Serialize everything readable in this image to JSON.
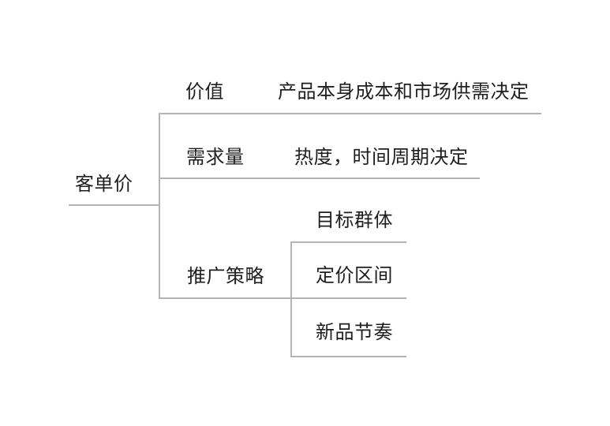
{
  "mindmap": {
    "root": {
      "label": "客单价"
    },
    "branches": [
      {
        "label": "价值",
        "note": "产品本身成本和市场供需决定"
      },
      {
        "label": "需求量",
        "note": "热度，时间周期决定"
      },
      {
        "label": "推广策略",
        "children": [
          {
            "label": "目标群体"
          },
          {
            "label": "定价区间"
          },
          {
            "label": "新品节奏"
          }
        ]
      }
    ]
  },
  "colors": {
    "text": "#1f1f1f",
    "connector": "#b4b4b4",
    "background": "#ffffff"
  }
}
